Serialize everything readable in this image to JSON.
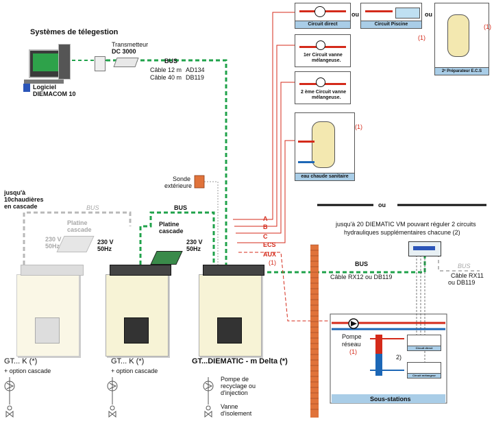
{
  "telegestion": {
    "title": "Systèmes de télegestion",
    "transmitter_line1": "Transmetteur",
    "transmitter_line2": "DC 3000",
    "software_line1": "Logiciel",
    "software_line2": "DIEMACOM 10"
  },
  "bus_top": {
    "label": "BUS",
    "cable1": "Câble 12 m",
    "cable1_ref": "AD134",
    "cable2": "Câble 40 m",
    "cable2_ref": "DB119"
  },
  "circuits": {
    "direct": "Circuit direct",
    "ou1": "ou",
    "piscine": "Circuit Piscine",
    "ou2": "ou",
    "ecs2": "2ᵉ Préparateur E.C.S",
    "mel1_line1": "1er Circuit  vanne",
    "mel1_line2": "mélangeuse.",
    "mel2_line1": "2 ème Circuit  vanne",
    "mel2_line2": "mélangeuse.",
    "ecs": "eau chaude sanitaire",
    "note1a": "(1)",
    "note1b": "(1)",
    "note1c": "(1)"
  },
  "sonde": {
    "line1": "Sonde",
    "line2": "extérieure"
  },
  "cascade": {
    "line1": "jusqu'à",
    "line2": "10chaudières",
    "line3": "en cascade",
    "bus_gray": "BUS",
    "platine_gray1": "Platine",
    "platine_gray2": "cascade",
    "bus_black": "BUS",
    "platine1": "Platine",
    "platine2": "cascade"
  },
  "outputs": {
    "a": "A",
    "b": "B",
    "c": "C",
    "ecs": "ECS",
    "aux": "AUX",
    "aux_note": "(1)"
  },
  "divider_ou": "ou",
  "diematic": {
    "line1": "jusqu'à 20 DIEMATIC VM pouvant réguler 2 circuits",
    "line2": "hydrauliques supplémentaires chacune (2)",
    "bus": "BUS",
    "cable": "Câble RX12 ou DB119",
    "bus_right": "BUS",
    "cable_right1": "Câble RX11",
    "cable_right2": "ou DB119"
  },
  "boilers": [
    {
      "power1": "230 V",
      "power2": "50Hz",
      "name": "GT... K (*)",
      "option": "+ option cascade"
    },
    {
      "power1": "230 V",
      "power2": "50Hz",
      "name": "GT... K (*)",
      "option": "+ option cascade"
    },
    {
      "power1": "230 V",
      "power2": "50Hz",
      "name": "GT...DIEMATIC - m Delta (*)",
      "option": ""
    }
  ],
  "legend": {
    "pump1": "Pompe de",
    "pump2": "recyclage ou",
    "pump3": "d'injection",
    "valve1": "Vanne",
    "valve2": "d'isolement"
  },
  "substation": {
    "pump1": "Pompe",
    "pump2": "réseau",
    "pump_note": "(1)",
    "note2": "2)",
    "title": "Sous-stations",
    "mini1": "Circuit direct",
    "mini2": "Circuit mélangeur"
  }
}
